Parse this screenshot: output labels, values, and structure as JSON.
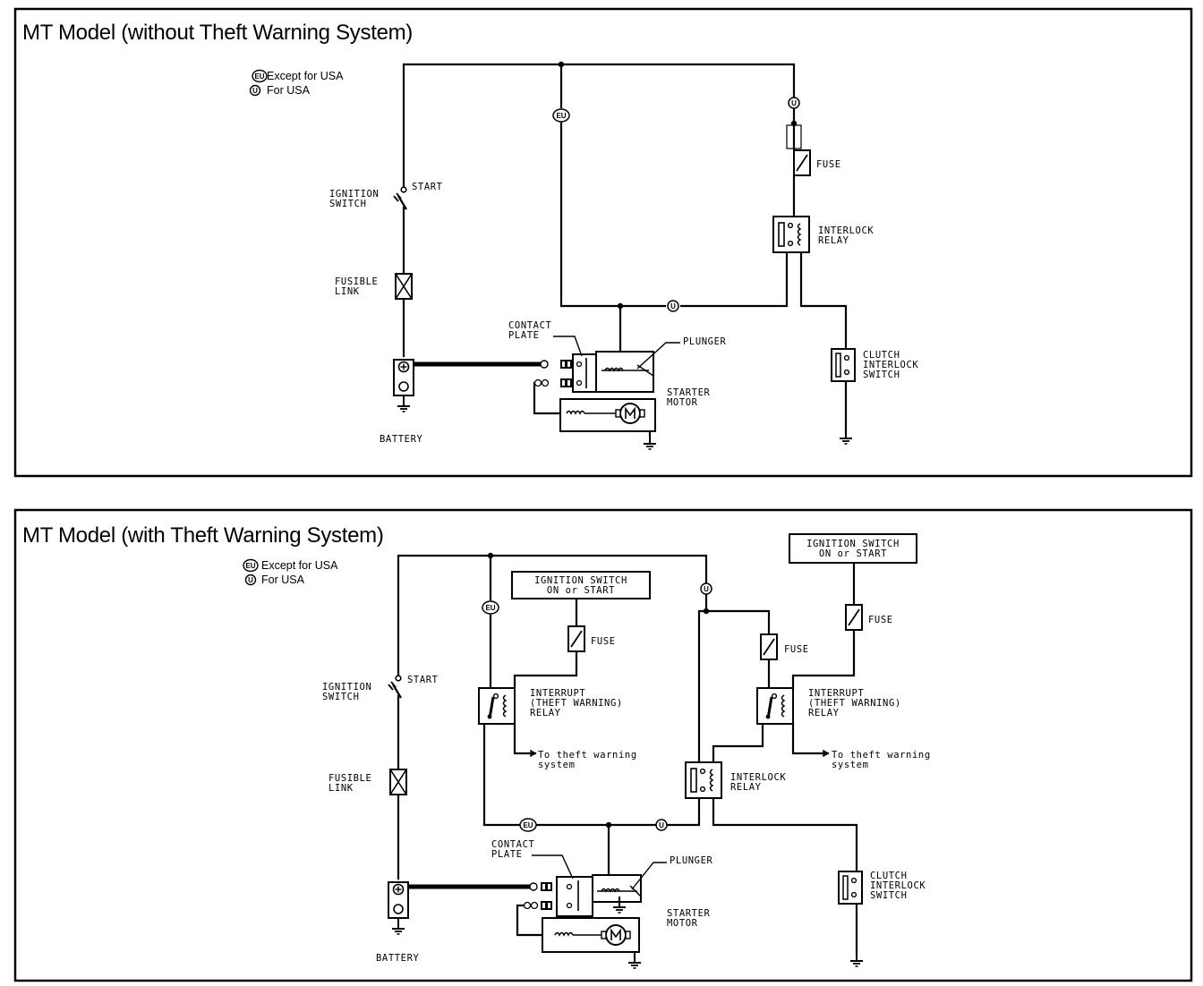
{
  "legend": {
    "eu_badge": "EU",
    "u_badge": "U",
    "eu_text": "Except for USA",
    "u_text": "For USA"
  },
  "top_diagram": {
    "title": "MT Model (without Theft Warning System)",
    "ignition_switch": [
      "IGNITION",
      "SWITCH"
    ],
    "start": "START",
    "fusible_link": [
      "FUSIBLE",
      "LINK"
    ],
    "battery": "BATTERY",
    "contact_plate": [
      "CONTACT",
      "PLATE"
    ],
    "plunger": "PLUNGER",
    "starter_motor": [
      "STARTER",
      "MOTOR"
    ],
    "fuse": "FUSE",
    "interlock_relay": [
      "INTERLOCK",
      "RELAY"
    ],
    "clutch_interlock_switch": [
      "CLUTCH",
      "INTERLOCK",
      "SWITCH"
    ]
  },
  "bottom_diagram": {
    "title": "MT Model (with Theft Warning System)",
    "ignition_switch": [
      "IGNITION",
      "SWITCH"
    ],
    "start": "START",
    "fusible_link": [
      "FUSIBLE",
      "LINK"
    ],
    "battery": "BATTERY",
    "contact_plate": [
      "CONTACT",
      "PLATE"
    ],
    "plunger": "PLUNGER",
    "starter_motor": [
      "STARTER",
      "MOTOR"
    ],
    "ign_on_start_left": [
      "IGNITION SWITCH",
      "ON or START"
    ],
    "ign_on_start_right": [
      "IGNITION SWITCH",
      "ON or START"
    ],
    "fuse_left": "FUSE",
    "fuse_mid": "FUSE",
    "fuse_right": "FUSE",
    "interrupt_relay_left": [
      "INTERRUPT",
      "(THEFT WARNING)",
      "RELAY"
    ],
    "interrupt_relay_right": [
      "INTERRUPT",
      "(THEFT WARNING)",
      "RELAY"
    ],
    "to_theft_left": [
      "To theft warning",
      "system"
    ],
    "to_theft_right": [
      "To theft warning",
      "system"
    ],
    "interlock_relay": [
      "INTERLOCK",
      "RELAY"
    ],
    "clutch_interlock_switch": [
      "CLUTCH",
      "INTERLOCK",
      "SWITCH"
    ]
  }
}
